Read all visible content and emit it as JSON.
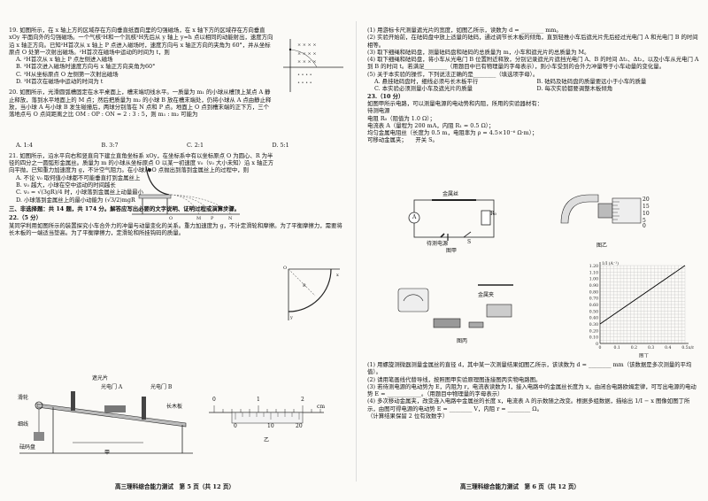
{
  "left": {
    "q19": {
      "stem": "19. 如图所示，在 x 轴上方的区域存在方向垂直纸面向里的匀强磁场，在 x 轴下方的区域存在方向垂直 xOy 平面向外的匀强磁场。一个气核²H和一个氚核³H先后从 y 轴上 y=h 点以相同的动能射出，速度方向沿 x 轴正方向。已知²H首次从 x 轴上 P 点进入磁场时，速度方向与 x 轴正方向的夹角为 60°，并从坐标原点 O 处第一次射出磁场。²H首次在磁场中运动的时间为 t，则",
      "options": [
        "A. ²H首次从 x 轴上 P 点左侧进入磁场",
        "B. ³H首次进入磁场时速度方向与 x 轴正方向夹角为60°",
        "C. ³H从坐标原点 O 左侧第一次射出磁场",
        "D. ³H首次在磁场中运动的时间为 t"
      ]
    },
    "q20": {
      "stem": "20. 如图所示，光滑圆弧槽固定在水平桌面上，槽末端切线水平。一质量为 m₁ 的小球从槽顶上某点 A 静止释放，落到水平地面上的 M 点；然后把质量为 m₂ 的小球 B 放在槽末端处，仍将小球从 A 点由静止释放，当小球 A 与小球 B 发生碰撞后，两球分别落在 N 点和 P 点。地面上 O 点到槽末端的正下方，三个落地点与 O 点间距离之比 OM : OP : ON = 2 : 3 : 5，则 m₁ : m₂ 可能为",
      "options": [
        "A. 1:4",
        "B. 3:7",
        "C. 2:1",
        "D. 5:1"
      ]
    },
    "q21": {
      "stem": "21. 如图所示，沿水平向右和竖直向下建立直角坐标系 xOy，在坐标系中有以坐标原点 O 为圆心、R 为半径的四分之一圆弧形金属丝。质量为 m 的小球从坐标原点 O 以某一初速度 v₀（v₀ 大小未知）沿 x 轴正方向平抛，已知重力加速度为 g，不计空气阻力。在小球从 O 点抛出到落到金属丝上的过程中，则",
      "options": [
        "A. 不论 v₀ 取何值小球都不可能垂直打到金属丝上",
        "B. v₀ 越大，小球在空中运动的时间越长",
        "C. v₀ = √(3gR)/4 时，小球落到金属丝上动量最小",
        "D. 小球落到金属丝上的最小动能为 (√3/2)mgR"
      ]
    },
    "section": "三、非选择题：共 14 题，共 174 分。解答应写出必要的文字说明、证明过程或演算步骤。",
    "q22": {
      "head": "22.（5 分）",
      "stem": "某同学利用如图所示的装置探究小车合外力的冲量与动量变化的关系。重力加速度为 g，不计定滑轮和摩擦。为了平衡摩擦力，需要将长木板的一端适当垫高。为了平衡摩擦力，定滑轮和所挂钩码的质量。"
    },
    "fig22_labels": {
      "shade": "遮光片",
      "gate_a": "光电门 A",
      "gate_b": "光电门 B",
      "board": "长木板",
      "pulley": "滑轮",
      "rope": "细线",
      "weight": "砝码盘",
      "cap": "甲"
    },
    "ruler": {
      "unit": "cm",
      "ticks": [
        "0",
        "1",
        "2"
      ],
      "vtick": [
        "0",
        "10",
        "20"
      ],
      "cap": "乙"
    },
    "footer": "高三理科综合能力测试　第 5 页（共 12 页）"
  },
  "right": {
    "q22_cont": [
      "(1) 用游标卡尺测量遮光片的宽度，如图乙所示，读数为 d = ________ mm。",
      "(2) 实验开始前，在砝码盘中放上适量的砝码，通过调节长木板的倾角，直到轻推小车后遮光片先后经过光电门 A 和光电门 B 的时间相等。",
      "(3) 取下细绳和砝码盘，测量砝码盘和砝码的总质量为 m，小车和遮光片的总质量为 M。",
      "(4) 取下细绳和砝码盘，将小车从光电门 B 位置附近释放，分别记录遮光片遮挡光电门 A、B 的时间 Δt₁、Δt₂，以及小车从光电门 A 到 B 的时间 t。若满足________（用题目中已有物理量的字母表示），则小车受到的合外力冲量等于小车动量的变化量。",
      "(5) 关于本实验的操作，下列说法正确的是________（填选项字母）。"
    ],
    "q22_opts": [
      "A. 悬挂砝码盘时，细线必须与长木板平行",
      "B. 砝码及砝码盘的质量要远小于小车的质量",
      "C. 本实验必须测量小车及遮光片的质量",
      "D. 每次实验都要调整木板倾角"
    ],
    "q23": {
      "head": "23.（10 分）",
      "stem": "如图甲所示电路，可以测量电源的电动势和内阻，所用的实验器材有：",
      "items": [
        "待测电源",
        "电阻 R₀（阻值为 1.0 Ω）；",
        "电流表 A（量程为 200 mA，内阻 R₁ = 0.5 Ω）；",
        "均匀金属电阻丝（长度为 0.5 m，电阻率为 ρ = 4.5×10⁻⁶ Ω·m）；",
        "可移动金属夹；　　开关 S。"
      ]
    },
    "fig_labels": {
      "wire": "金属丝",
      "source": "待测电源",
      "ammeter": "A",
      "resistor": "R₀",
      "switch": "S",
      "jia": "图甲",
      "yi": "图乙",
      "bing": "图丙",
      "ding": "图丁",
      "clip": "金属夹"
    },
    "micrometer": {
      "scale": [
        "20",
        "15",
        "10",
        "5",
        "0"
      ],
      "zero": "0"
    },
    "graph": {
      "ylabel": "1/I (A⁻¹)",
      "xlabel": "x/m",
      "yticks": [
        "1.20",
        "1.10",
        "1.00",
        "0.90",
        "0.80",
        "0.70",
        "0.60",
        "0.50",
        "0.40",
        "0.30",
        "0.20",
        "0.10",
        "0"
      ],
      "xticks": [
        "0",
        "0.1",
        "0.2",
        "0.3",
        "0.4",
        "0.5"
      ]
    },
    "q23_cont": [
      "(1) 用螺旋测微器测量金属丝的直径 d，其中某一次测量结果如图乙所示，该读数为 d = ________ mm（该数据是多次测量的平均值）。",
      "(2) 请用笔画线代替导线，按照图甲实验原理图连接图丙实物电路图。",
      "(3) 若待测电源的电动势为 E，内阻为 r，电流表读数为 I，接入电路中的金属丝长度为 x，由闭合电路欧姆定律，可写出电源的电动势 E = ____________。（用题目中物理量的字母表示）",
      "(4) 多次移动金属夹，改变连入电路中金属丝的长度 x，电流表 A 的示数随之改变。根据多组数据，描绘出 1/I − x 图像如图丁所示，由图可得电源的电动势 E = ________ V，内阻 r = ________ Ω。",
      "（计算结果保留 2 位有效数字）"
    ],
    "footer": "高三理科综合能力测试　第 6 页（共 12 页）"
  }
}
